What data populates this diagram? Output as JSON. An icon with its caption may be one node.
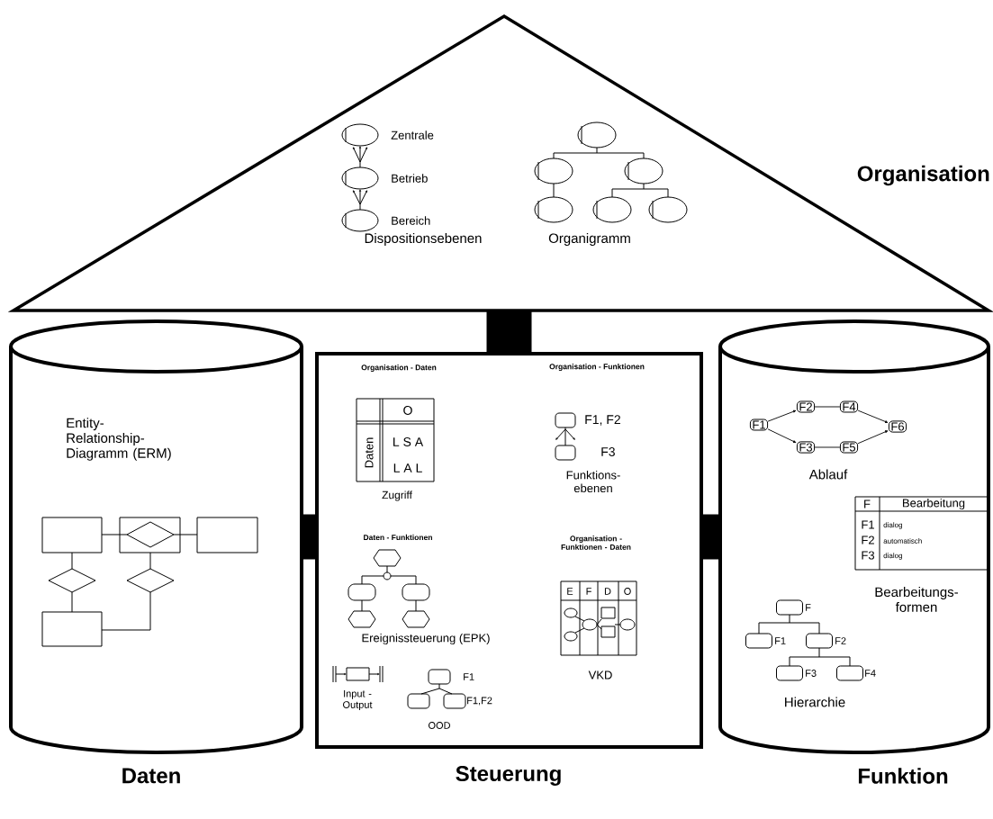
{
  "diagram": {
    "nodes": [
      {
        "text": [
          "Organisation"
        ]
      },
      {
        "text": [
          "Daten"
        ]
      },
      {
        "text": [
          "Steuerung"
        ]
      },
      {
        "text": [
          "Funktion"
        ]
      },
      {
        "text": [
          "F1"
        ],
        "in": 3
      },
      {
        "text": [
          "F2"
        ],
        "in": 3
      },
      {
        "text": [
          "F4"
        ],
        "in": 3
      },
      {
        "text": [
          "F6"
        ],
        "in": 3
      },
      {
        "text": [
          "F3"
        ],
        "in": 3
      },
      {
        "text": [
          "F5"
        ],
        "in": 3
      }
    ],
    "edges": [
      {
        "from": 0,
        "to": 2,
        "arrow": "none",
        "style": "thick"
      },
      {
        "from": 1,
        "to": 2,
        "arrow": "none",
        "style": "thick"
      },
      {
        "from": 2,
        "to": 3,
        "arrow": "none",
        "style": "thick"
      },
      {
        "from": 4,
        "to": 5,
        "arrow": "to"
      },
      {
        "from": 4,
        "to": 8,
        "arrow": "to"
      },
      {
        "from": 5,
        "to": 6,
        "arrow": "none"
      },
      {
        "from": 8,
        "to": 9,
        "arrow": "none"
      },
      {
        "from": 6,
        "to": 7,
        "arrow": "to"
      },
      {
        "from": 9,
        "to": 7,
        "arrow": "to"
      }
    ],
    "labels": [
      "Zentrale",
      "Betrieb",
      "Bereich",
      "Dispositionsebenen",
      "Organigramm",
      "Entity- Relationship- Diagramm (ERM)",
      "Organisation - Daten",
      "O",
      "Daten",
      "L S A",
      "L A L",
      "Zugriff",
      "Organisation - Funktionen",
      "F1, F2",
      "F3",
      "Funktions- ebenen",
      "Daten - Funktionen",
      "Organisation - Funktionen - Daten",
      "E",
      "F",
      "D",
      "O",
      "Ereignissteuerung (EPK)",
      "VKD",
      "Input - Output",
      "F1",
      "F1,F2",
      "OOD",
      "Ablauf",
      "F",
      "Bearbeitung",
      "F1",
      "dialog",
      "F2",
      "automatisch",
      "F3",
      "dialog",
      "Bearbeitungs- formen",
      "F",
      "F1",
      "F2",
      "F3",
      "F4",
      "Hierarchie"
    ]
  }
}
